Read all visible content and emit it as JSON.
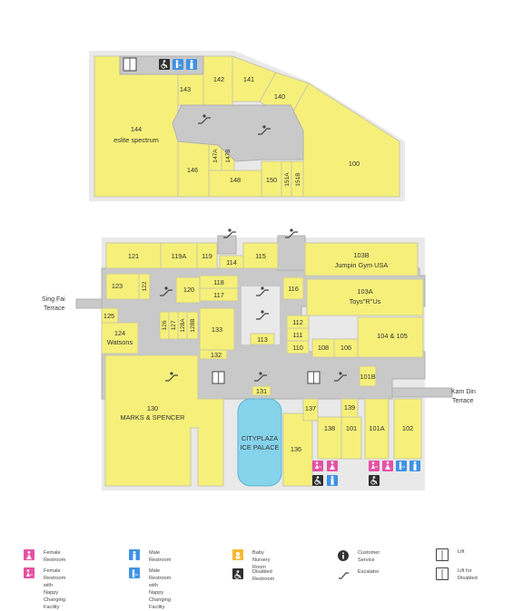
{
  "colors": {
    "shop": "#f6f07a",
    "corridor": "#c9c9c9",
    "ice_rink": "#86d3ec",
    "female": "#e451a4",
    "male": "#3e92e4",
    "baby": "#f5b733",
    "disabled": "#2f2f2f"
  },
  "upper_floor": {
    "units": [
      "141",
      "142",
      "143",
      "140",
      "144",
      "eslite spectrum",
      "146",
      "147A",
      "147B",
      "148",
      "150",
      "151A",
      "151B",
      "100"
    ]
  },
  "lower_floor": {
    "units": [
      "121",
      "119A",
      "119",
      "114",
      "115",
      "103B",
      "Jumpin Gym USA",
      "123",
      "122",
      "120",
      "118",
      "117",
      "116",
      "103A",
      "Toys\"R\"Us",
      "125",
      "124",
      "Watsons",
      "126",
      "127",
      "128A",
      "128B",
      "133",
      "113",
      "112",
      "111",
      "110",
      "108",
      "106",
      "104 & 105",
      "132",
      "131",
      "101B",
      "130",
      "MARKS & SPENCER",
      "137",
      "139",
      "138",
      "101",
      "101A",
      "102",
      "136",
      "CITYPLAZA",
      "ICE PALACE"
    ]
  },
  "external_labels": [
    "Sing Fai",
    "Terrace",
    "Kam Din",
    "Terrace"
  ],
  "legend": [
    {
      "icon": "female-restroom-icon",
      "label": "Female Restroom"
    },
    {
      "icon": "male-restroom-icon",
      "label": "Male Restroom"
    },
    {
      "icon": "baby-nursery-icon",
      "label": "Baby Nursery Room"
    },
    {
      "icon": "customer-service-icon",
      "label": "Customer Service"
    },
    {
      "icon": "lift-icon",
      "label": "Lift"
    },
    {
      "icon": "female-nappy-icon",
      "label": "Female Restroom with Nappy\nChanging Facility"
    },
    {
      "icon": "male-nappy-icon",
      "label": "Male Restroom with Nappy\nChanging Facility"
    },
    {
      "icon": "disabled-restroom-icon",
      "label": "Disabled Restroom"
    },
    {
      "icon": "escalator-icon",
      "label": "Escalator"
    },
    {
      "icon": "disabled-lift-icon",
      "label": "Lift for Disabled"
    }
  ]
}
